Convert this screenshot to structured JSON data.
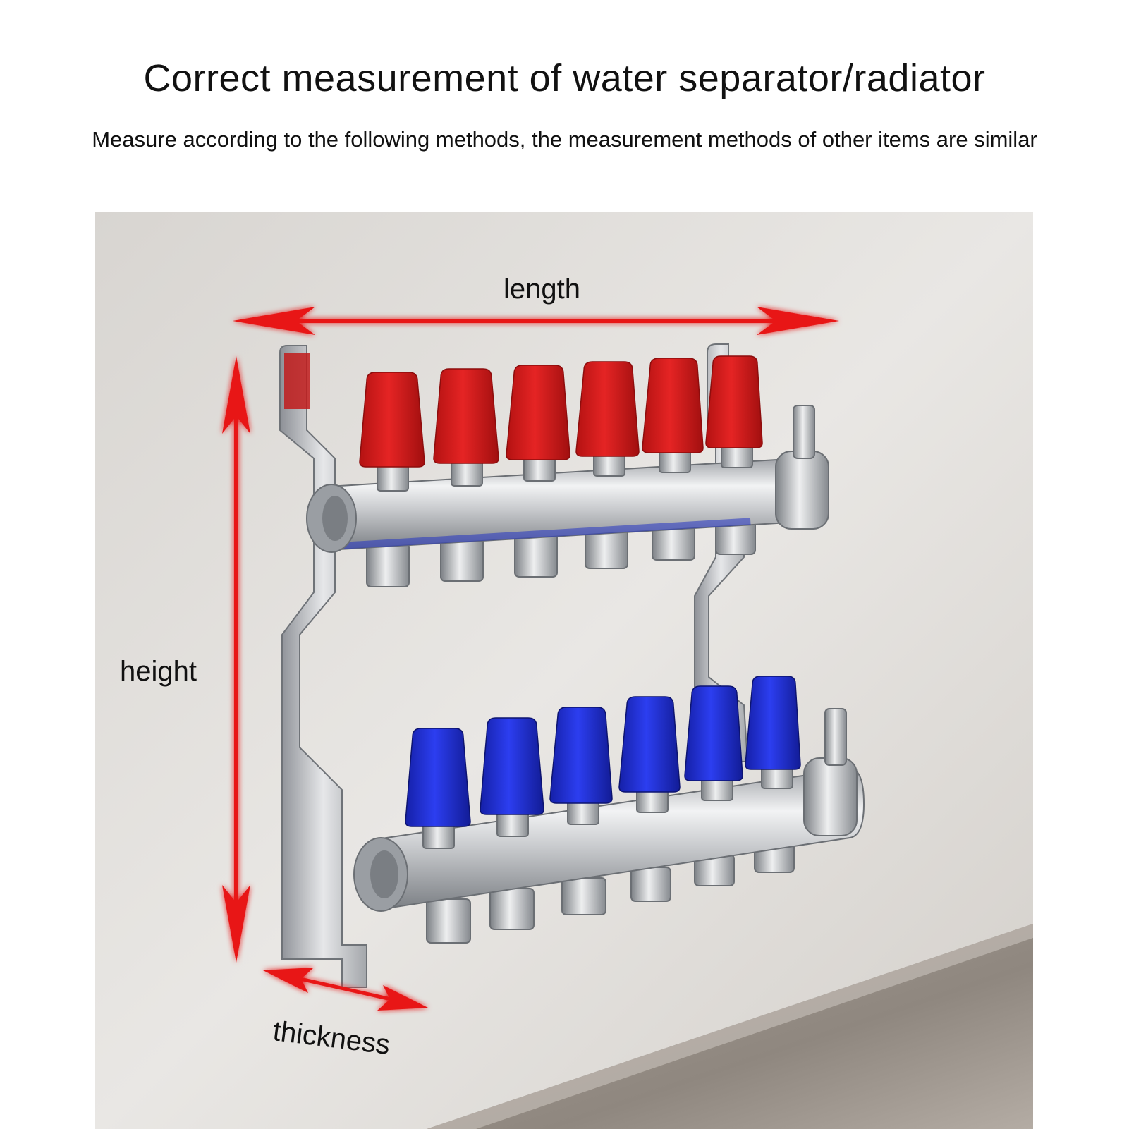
{
  "header": {
    "title": "Correct measurement of water separator/radiator",
    "subtitle": "Measure according to the following methods, the measurement methods of other items are similar"
  },
  "labels": {
    "length": "length",
    "height": "height",
    "thickness": "thickness"
  },
  "colors": {
    "arrow": "#e81414",
    "hot_cap": "#d21c1c",
    "cold_cap": "#1f2fd6",
    "wall": "#e3e0dc",
    "floor": "#9a928a",
    "steel": "#c7c9cc"
  }
}
